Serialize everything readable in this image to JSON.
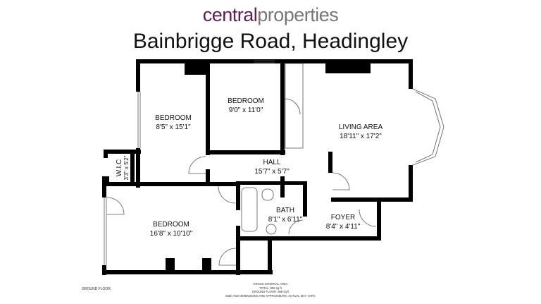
{
  "logo": {
    "part1": "central",
    "part2": "properties",
    "colors": {
      "central": "#5b1f55",
      "properties": "#777777"
    }
  },
  "title": "Bainbrigge Road, Headingley",
  "rooms": [
    {
      "name": "BEDROOM",
      "size": "8'5\" x 15'1\""
    },
    {
      "name": "BEDROOM",
      "size": "9'0\" x 11'0\""
    },
    {
      "name": "LIVING AREA",
      "size": "18'11\" x 17'2\""
    },
    {
      "name": "HALL",
      "size": "15'7\" x 5'7\""
    },
    {
      "name": "W.I.C",
      "size": "3'3\" x 5'2\""
    },
    {
      "name": "BEDROOM",
      "size": "16'8\" x 10'10\""
    },
    {
      "name": "BATH",
      "size": "8'1\" x 6'11\""
    },
    {
      "name": "FOYER",
      "size": "8'4\" x 4'11\""
    }
  ],
  "floor_label": "GROUND FLOOR",
  "footer": [
    "GROSS INTERNAL AREA",
    "TOTAL: 898 sq ft",
    "GROUND FLOOR: 898 sq ft",
    "SIZE AND DIMENSIONS ARE APPROXIMATE, ACTUAL MAY VARY."
  ]
}
